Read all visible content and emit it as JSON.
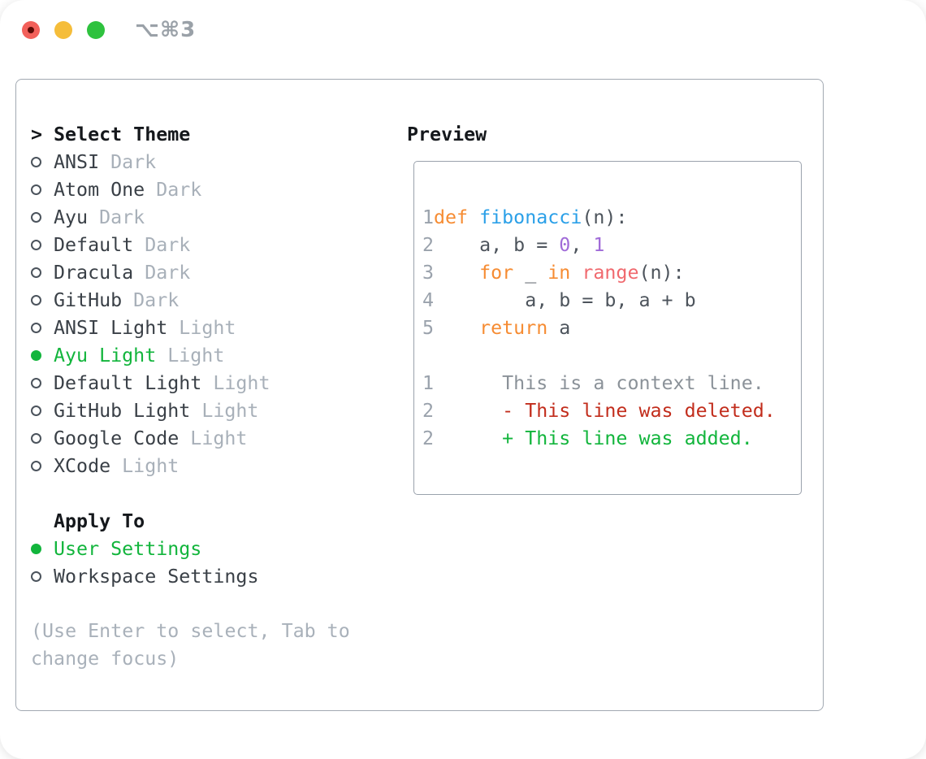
{
  "window": {
    "title": "⌥⌘3",
    "traffic_lights": {
      "close": "#f2605a",
      "close_dot": "#5c0a05",
      "minimize": "#f5bd3a",
      "zoom": "#2ec23e"
    }
  },
  "sidebar": {
    "cursor": ">",
    "header": "Select Theme",
    "themes": [
      {
        "name": "ANSI",
        "variant": "Dark",
        "selected": false
      },
      {
        "name": "Atom One",
        "variant": "Dark",
        "selected": false
      },
      {
        "name": "Ayu",
        "variant": "Dark",
        "selected": false
      },
      {
        "name": "Default",
        "variant": "Dark",
        "selected": false
      },
      {
        "name": "Dracula",
        "variant": "Dark",
        "selected": false
      },
      {
        "name": "GitHub",
        "variant": "Dark",
        "selected": false
      },
      {
        "name": "ANSI Light",
        "variant": "Light",
        "selected": false
      },
      {
        "name": "Ayu Light",
        "variant": "Light",
        "selected": true
      },
      {
        "name": "Default Light",
        "variant": "Light",
        "selected": false
      },
      {
        "name": "GitHub Light",
        "variant": "Light",
        "selected": false
      },
      {
        "name": "Google Code",
        "variant": "Light",
        "selected": false
      },
      {
        "name": "XCode",
        "variant": "Light",
        "selected": false
      }
    ],
    "apply_to": {
      "header": "Apply To",
      "options": [
        {
          "name": "User Settings",
          "selected": true
        },
        {
          "name": "Workspace Settings",
          "selected": false
        }
      ]
    },
    "hint": "(Use Enter to select, Tab to change focus)"
  },
  "preview": {
    "header": "Preview",
    "colors": {
      "keyword": "#f68c33",
      "function": "#2ba0e8",
      "special": "#f0696e",
      "number": "#a06bd8",
      "plain": "#4d545c",
      "lineno": "#9aa2ac",
      "context": "#8b9299",
      "deleted": "#c22d1c",
      "added": "#12b53c"
    },
    "lines": [
      {
        "num": "1",
        "segments": [
          {
            "text": "def ",
            "color": "keyword"
          },
          {
            "text": "fibonacci",
            "color": "function"
          },
          {
            "text": "(n):",
            "color": "plain"
          }
        ]
      },
      {
        "num": "2",
        "segments": [
          {
            "text": "    a, b = ",
            "color": "plain"
          },
          {
            "text": "0",
            "color": "number"
          },
          {
            "text": ", ",
            "color": "plain"
          },
          {
            "text": "1",
            "color": "number"
          }
        ]
      },
      {
        "num": "3",
        "segments": [
          {
            "text": "    ",
            "color": "plain"
          },
          {
            "text": "for",
            "color": "keyword"
          },
          {
            "text": " _ ",
            "color": "plain"
          },
          {
            "text": "in",
            "color": "keyword"
          },
          {
            "text": " ",
            "color": "plain"
          },
          {
            "text": "range",
            "color": "special"
          },
          {
            "text": "(n):",
            "color": "plain"
          }
        ]
      },
      {
        "num": "4",
        "segments": [
          {
            "text": "        a, b = b, a + b",
            "color": "plain"
          }
        ]
      },
      {
        "num": "5",
        "segments": [
          {
            "text": "    ",
            "color": "plain"
          },
          {
            "text": "return",
            "color": "keyword"
          },
          {
            "text": " a",
            "color": "plain"
          }
        ]
      },
      {
        "num": "",
        "segments": []
      },
      {
        "num": "1",
        "segments": [
          {
            "text": "      This is a context line.",
            "color": "context"
          }
        ]
      },
      {
        "num": "2",
        "segments": [
          {
            "text": "      - This line was deleted.",
            "color": "deleted"
          }
        ]
      },
      {
        "num": "2",
        "segments": [
          {
            "text": "      + This line was added.",
            "color": "added"
          }
        ]
      }
    ]
  },
  "ui_colors": {
    "selected_green": "#12b53c",
    "item_text": "#3a4047",
    "variant_text": "#a8b0b9",
    "hint_text": "#a9b1ba",
    "bullet": "#4b535c"
  }
}
